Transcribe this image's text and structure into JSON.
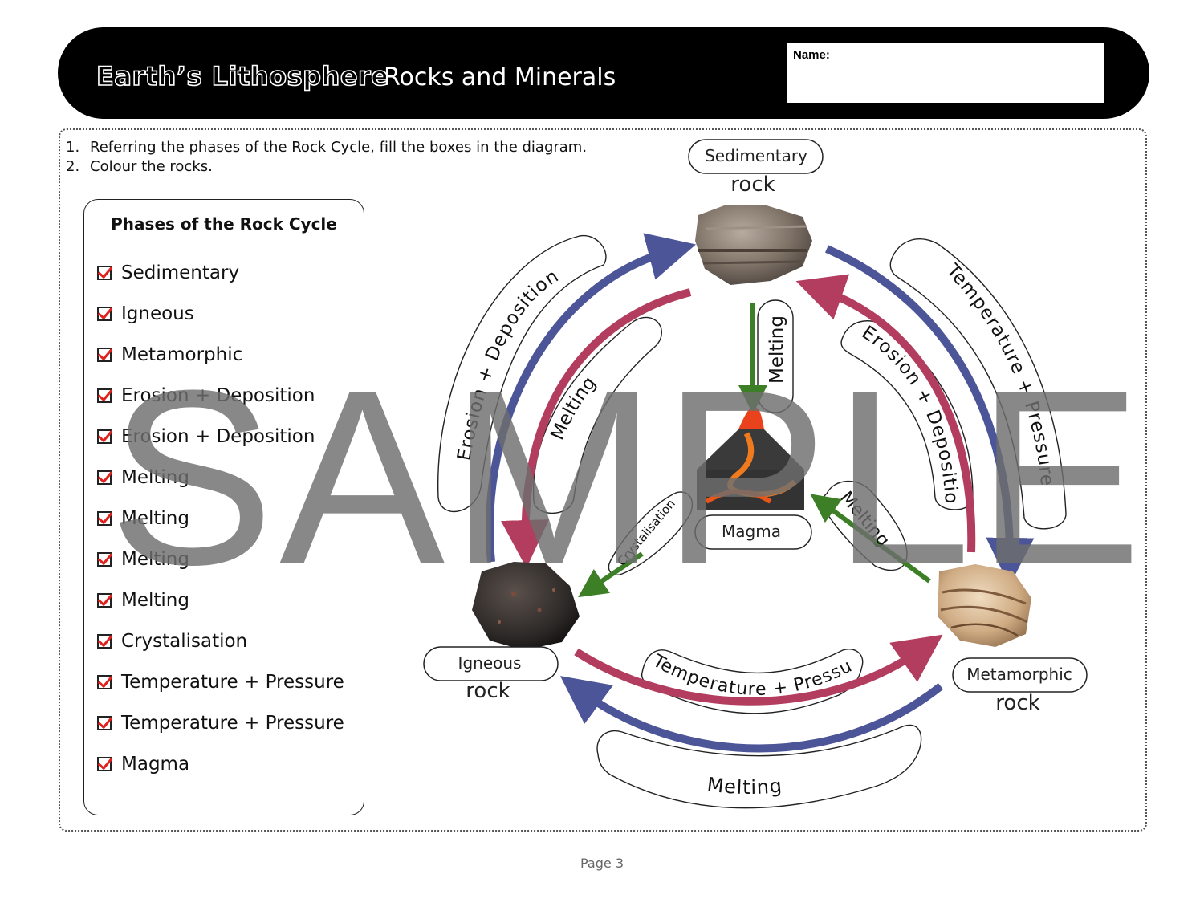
{
  "header": {
    "title_outline": "Earth’s Lithosphere",
    "title_main": "Rocks and Minerals",
    "name_label": "Name:"
  },
  "instructions": [
    {
      "num": "1.",
      "text": "Referring the phases of the Rock Cycle, fill the boxes in the diagram."
    },
    {
      "num": "2.",
      "text": "Colour the rocks."
    }
  ],
  "phases": {
    "title": "Phases of the Rock Cycle",
    "items": [
      "Sedimentary",
      "Igneous",
      "Metamorphic",
      "Erosion + Deposition",
      "Erosion + Deposition",
      "Melting",
      "Melting",
      "Melting",
      "Melting",
      "Crystalisation",
      "Temperature + Pressure",
      "Temperature + Pressure",
      "Magma"
    ]
  },
  "diagram": {
    "sedimentary_box": "Sedimentary",
    "sedimentary_rock": "rock",
    "igneous_box": "Igneous",
    "igneous_rock": "rock",
    "metamorphic_box": "Metamorphic",
    "metamorphic_rock": "rock",
    "magma_box": "Magma",
    "labels": {
      "erosion_left": "Erosion + Deposition",
      "melting_left": "Melting",
      "melting_center": "Melting",
      "erosion_right": "Erosion + Deposition",
      "temp_right": "Temperature + Pressure",
      "crystalisation": "Crystalisation",
      "melting_mid_right": "Melting",
      "temp_bottom": "Temperature + Pressure",
      "melting_bottom": "Melting"
    },
    "colors": {
      "blue_arrow": "#4b5597",
      "red_arrow": "#b33d5f",
      "green_arrow": "#3c7f27"
    }
  },
  "watermark": "SAMPLE",
  "footer": "Page 3"
}
